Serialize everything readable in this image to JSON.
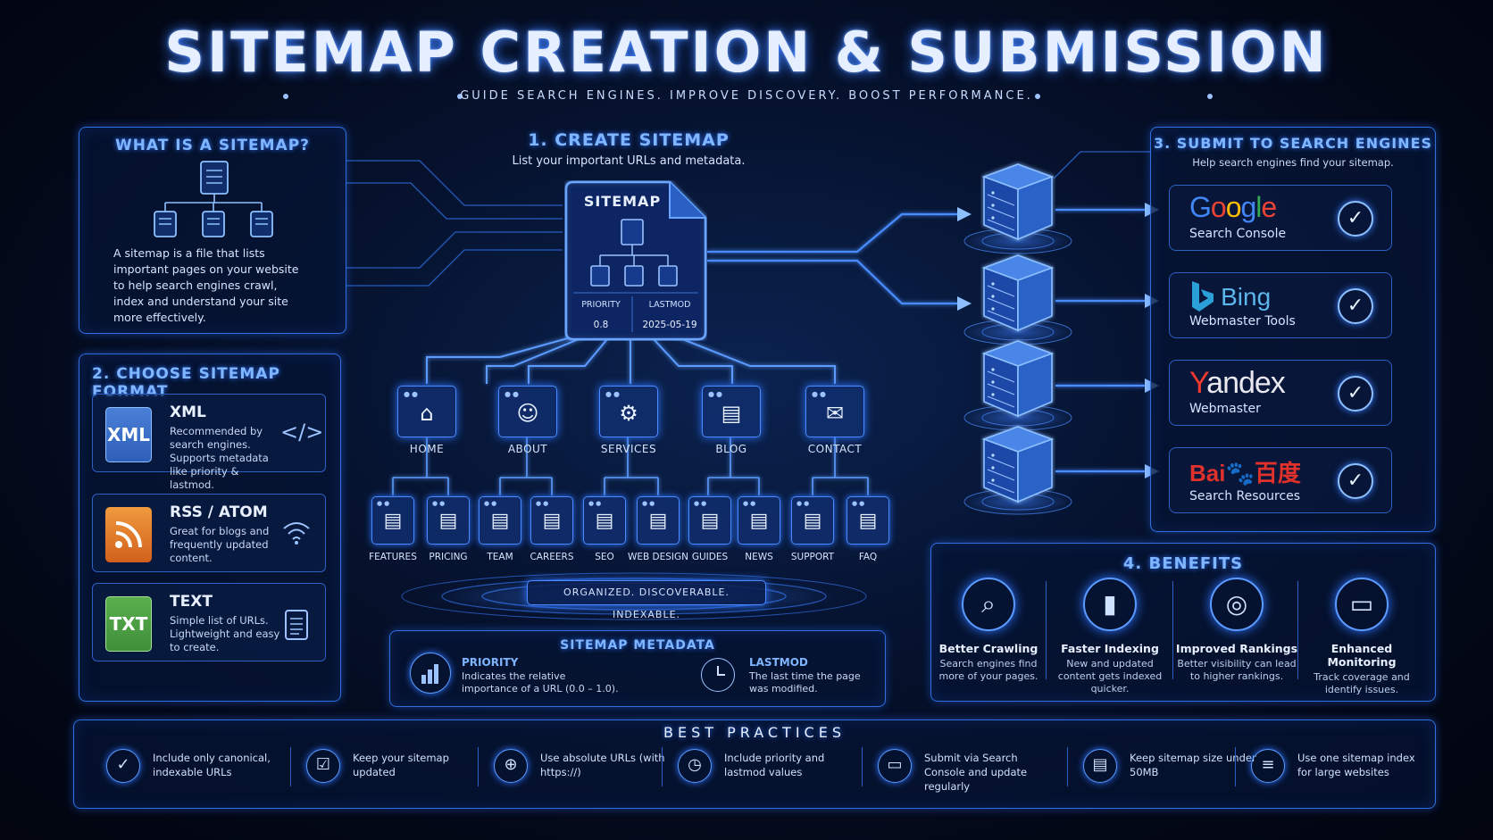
{
  "header": {
    "title": "SITEMAP CREATION & SUBMISSION",
    "subtitle": "GUIDE SEARCH ENGINES. IMPROVE DISCOVERY. BOOST PERFORMANCE."
  },
  "what_is": {
    "title": "WHAT IS A SITEMAP?",
    "text": "A sitemap is a file that lists important pages on your website to help search engines crawl, index and understand your site more effectively."
  },
  "formats": {
    "title": "2. CHOOSE SITEMAP FORMAT",
    "items": [
      {
        "name": "XML",
        "icon_text": "XML",
        "desc": "Recommended by search engines. Supports metadata like priority & lastmod.",
        "side_icon": "code-icon",
        "side_glyph": "</>"
      },
      {
        "name": "RSS / ATOM",
        "icon_text": "",
        "desc": "Great for blogs and frequently updated content.",
        "side_icon": "wifi-icon",
        "side_glyph": "≋"
      },
      {
        "name": "TEXT",
        "icon_text": "TXT",
        "desc": "Simple list of URLs. Lightweight and easy to create.",
        "side_icon": "document-icon",
        "side_glyph": "☰"
      }
    ]
  },
  "create": {
    "title": "1. CREATE SITEMAP",
    "subtitle": "List your important URLs and metadata.",
    "file_label": "SITEMAP",
    "priority_label": "PRIORITY",
    "priority_value": "0.8",
    "lastmod_label": "LASTMOD",
    "lastmod_value": "2025-05-19"
  },
  "tree": {
    "nodes": [
      {
        "label": "HOME",
        "glyph": "⌂",
        "icon": "home-icon"
      },
      {
        "label": "ABOUT",
        "glyph": "☺",
        "icon": "user-icon"
      },
      {
        "label": "SERVICES",
        "glyph": "⚙",
        "icon": "gear-icon"
      },
      {
        "label": "BLOG",
        "glyph": "▤",
        "icon": "document-icon"
      },
      {
        "label": "CONTACT",
        "glyph": "✉",
        "icon": "mail-icon"
      }
    ],
    "leaves": [
      "FEATURES",
      "PRICING",
      "TEAM",
      "CAREERS",
      "SEO",
      "WEB DESIGN",
      "GUIDES",
      "NEWS",
      "SUPPORT",
      "FAQ"
    ],
    "tagline": "ORGANIZED. DISCOVERABLE. INDEXABLE."
  },
  "metadata": {
    "title": "SITEMAP METADATA",
    "priority_title": "PRIORITY",
    "priority_desc": "Indicates the relative importance of a URL (0.0 – 1.0).",
    "lastmod_title": "LASTMOD",
    "lastmod_desc": "The last time the page was modified."
  },
  "submit": {
    "title": "3. SUBMIT TO SEARCH ENGINES",
    "subtitle": "Help search engines find your sitemap.",
    "engines": [
      {
        "name": "Google",
        "sub": "Search Console"
      },
      {
        "name": "Bing",
        "sub": "Webmaster Tools"
      },
      {
        "name": "Yandex",
        "sub": "Webmaster"
      },
      {
        "name": "Baidu百度",
        "sub": "Search Resources"
      }
    ]
  },
  "benefits": {
    "title": "4. BENEFITS",
    "items": [
      {
        "title": "Better Crawling",
        "desc": "Search engines find more of your pages.",
        "glyph": "⌕",
        "icon": "magnifier-icon"
      },
      {
        "title": "Faster Indexing",
        "desc": "New and updated content gets indexed quicker.",
        "glyph": "▮",
        "icon": "bar-chart-icon"
      },
      {
        "title": "Improved Rankings",
        "desc": "Better visibility can lead to higher rankings.",
        "glyph": "◎",
        "icon": "target-icon"
      },
      {
        "title": "Enhanced Monitoring",
        "desc": "Track coverage and identify issues.",
        "glyph": "▭",
        "icon": "monitor-icon"
      }
    ]
  },
  "best_practices": {
    "title": "BEST PRACTICES",
    "items": [
      {
        "text": "Include only canonical, indexable URLs",
        "glyph": "✓",
        "icon": "check-icon"
      },
      {
        "text": "Keep your sitemap updated",
        "glyph": "☑",
        "icon": "clipboard-icon"
      },
      {
        "text": "Use absolute URLs (with https://)",
        "glyph": "⊕",
        "icon": "globe-icon"
      },
      {
        "text": "Include priority and lastmod values",
        "glyph": "◷",
        "icon": "clock-icon"
      },
      {
        "text": "Submit via Search Console and update regularly",
        "glyph": "▭",
        "icon": "monitor-icon"
      },
      {
        "text": "Keep sitemap size under 50MB",
        "glyph": "▤",
        "icon": "file-size-icon"
      },
      {
        "text": "Use one sitemap index for large websites",
        "glyph": "≡",
        "icon": "list-icon"
      }
    ]
  },
  "colors": {
    "accent": "#3a7cff",
    "glow": "#2f74ff",
    "panel": "#061434",
    "xml": "#2e5fb8",
    "rss": "#e8752a",
    "txt": "#3f8f3a"
  }
}
